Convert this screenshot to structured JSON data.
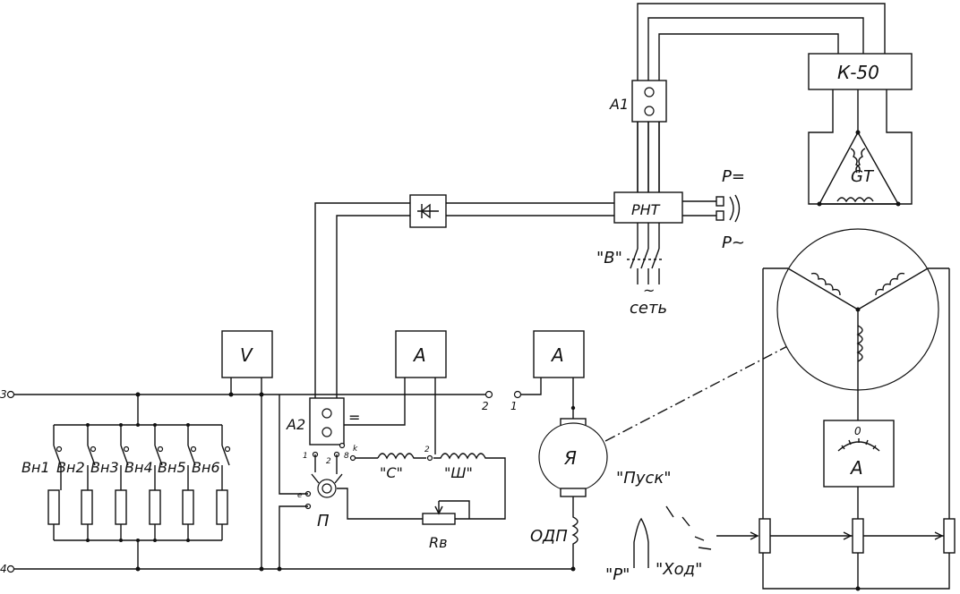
{
  "labels": {
    "k50": "К-50",
    "a1": "А1",
    "gt": "GT",
    "rnt": "РНТ",
    "p_dc": "Р=",
    "p_ac": "Р~",
    "switch_v": "\"В\"",
    "ac_tilde": "~",
    "set": "сеть",
    "voltmeter": "V",
    "ammeter_mid": "A",
    "ammeter_right": "A",
    "a2": "А2",
    "dc_sign": "=",
    "armature": "Я",
    "odp": "ОДП",
    "start": "\"Пуск\"",
    "run": "\"Ход\"",
    "pos_r": "\"Р\"",
    "winding_s": "\"С\"",
    "winding_sh": "\"Ш\"",
    "rv": "Rв",
    "switch_p": "П",
    "meter_zero": "0",
    "meter_a": "A",
    "line3": "3",
    "line4": "4",
    "node2": "2",
    "node1": "1",
    "sw_pos1": "1",
    "sw_pos8": "8",
    "sw_posk": "k",
    "sw_pos2": "2",
    "sw_pos2b": "2",
    "sw_pos1b": "1",
    "sw_pos_e": "е"
  },
  "loads": [
    "Вн1",
    "Вн2",
    "Вн3",
    "Вн4",
    "Вн5",
    "Вн6"
  ]
}
